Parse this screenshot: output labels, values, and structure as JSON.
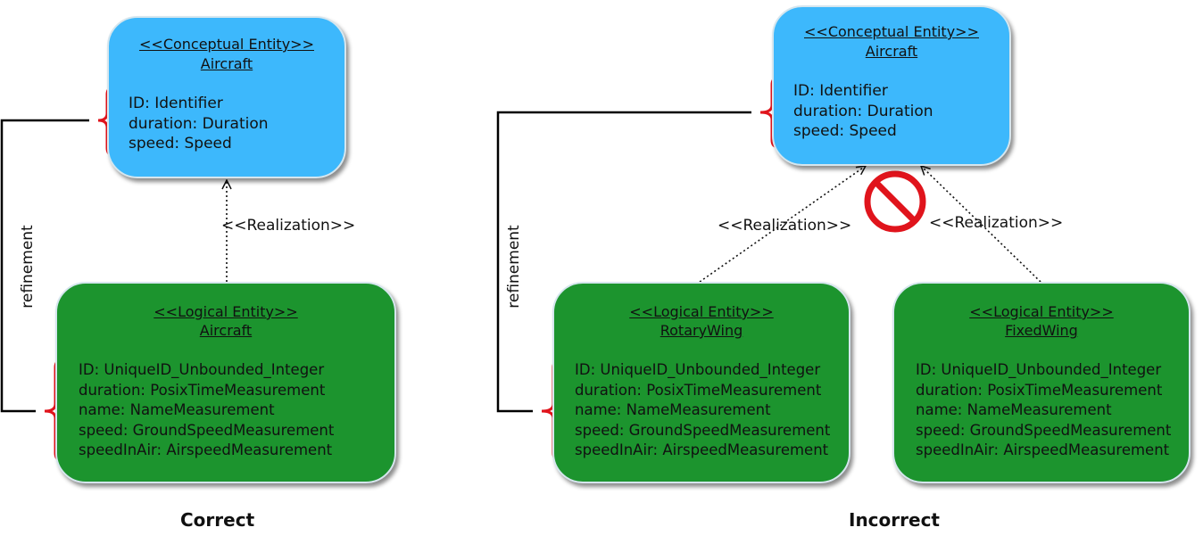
{
  "correct": {
    "conceptual": {
      "stereotype": "<<Conceptual Entity>>",
      "name": "Aircraft",
      "attributes": [
        "ID: Identifier",
        "duration: Duration",
        "speed: Speed"
      ]
    },
    "logical": {
      "stereotype": "<<Logical Entity>>",
      "name": "Aircraft",
      "attributes": [
        "ID: UniqueID_Unbounded_Integer",
        "duration: PosixTimeMeasurement",
        "name: NameMeasurement",
        "speed: GroundSpeedMeasurement",
        "speedInAir: AirspeedMeasurement"
      ]
    },
    "realization_label": "<<Realization>>",
    "refinement_label": "refinement",
    "caption": "Correct"
  },
  "incorrect": {
    "conceptual": {
      "stereotype": "<<Conceptual Entity>>",
      "name": "Aircraft",
      "attributes": [
        "ID: Identifier",
        "duration: Duration",
        "speed: Speed"
      ]
    },
    "logical_rotary": {
      "stereotype": "<<Logical Entity>>",
      "name": "RotaryWing",
      "attributes": [
        "ID: UniqueID_Unbounded_Integer",
        "duration: PosixTimeMeasurement",
        "name: NameMeasurement",
        "speed: GroundSpeedMeasurement",
        "speedInAir: AirspeedMeasurement"
      ]
    },
    "logical_fixed": {
      "stereotype": "<<Logical Entity>>",
      "name": "FixedWing",
      "attributes": [
        "ID: UniqueID_Unbounded_Integer",
        "duration: PosixTimeMeasurement",
        "name: NameMeasurement",
        "speed: GroundSpeedMeasurement",
        "speedInAir: AirspeedMeasurement"
      ]
    },
    "realization_left_label": "<<Realization>>",
    "realization_right_label": "<<Realization>>",
    "refinement_label": "refinement",
    "prohibited_icon": "no-entry-icon",
    "caption": "Incorrect"
  },
  "colors": {
    "conceptual_fill": "#3db8fc",
    "logical_fill": "#1c942e",
    "bracket": "#e0141c",
    "prohibited": "#e0141c"
  }
}
